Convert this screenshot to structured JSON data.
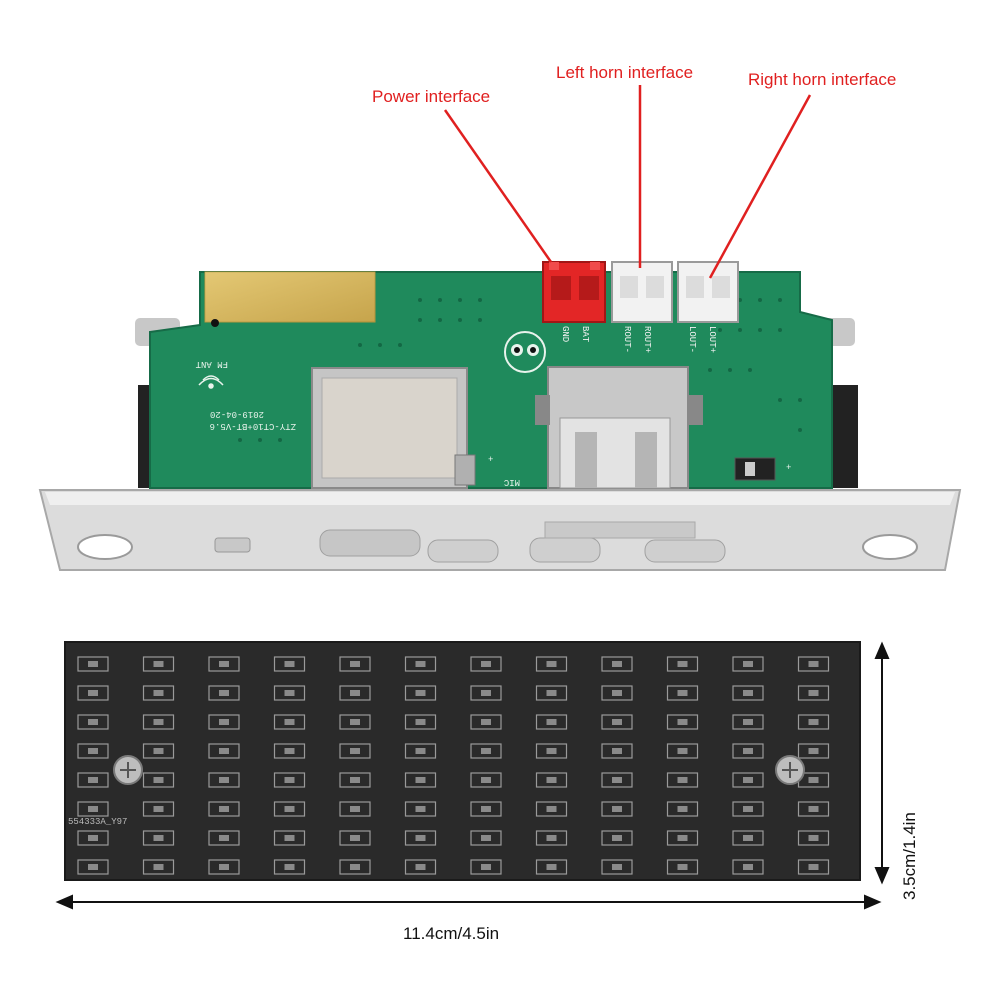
{
  "callouts": {
    "power": "Power interface",
    "left_horn": "Left horn interface",
    "right_horn": "Right horn interface"
  },
  "dimensions": {
    "width": "11.4cm/4.5in",
    "height": "3.5cm/1.4in"
  },
  "board_markings": {
    "pin_gnd": "GND",
    "pin_bat": "BAT",
    "pin_rout_minus": "ROUT-",
    "pin_rout_plus": "ROUT+",
    "pin_lout_minus": "LOUT-",
    "pin_lout_plus": "LOUT+",
    "model": "ZTY-CT10+BT-V5.6",
    "date": "2019-04-20",
    "fm": "FM ANT",
    "mic": "MIC",
    "back_code": "554333A_Y97"
  },
  "colors": {
    "callout_red": "#e02020",
    "pcb_green": "#1f8a5c",
    "back_panel": "#2a2a2a",
    "faceplate": "#d9d9d9"
  }
}
